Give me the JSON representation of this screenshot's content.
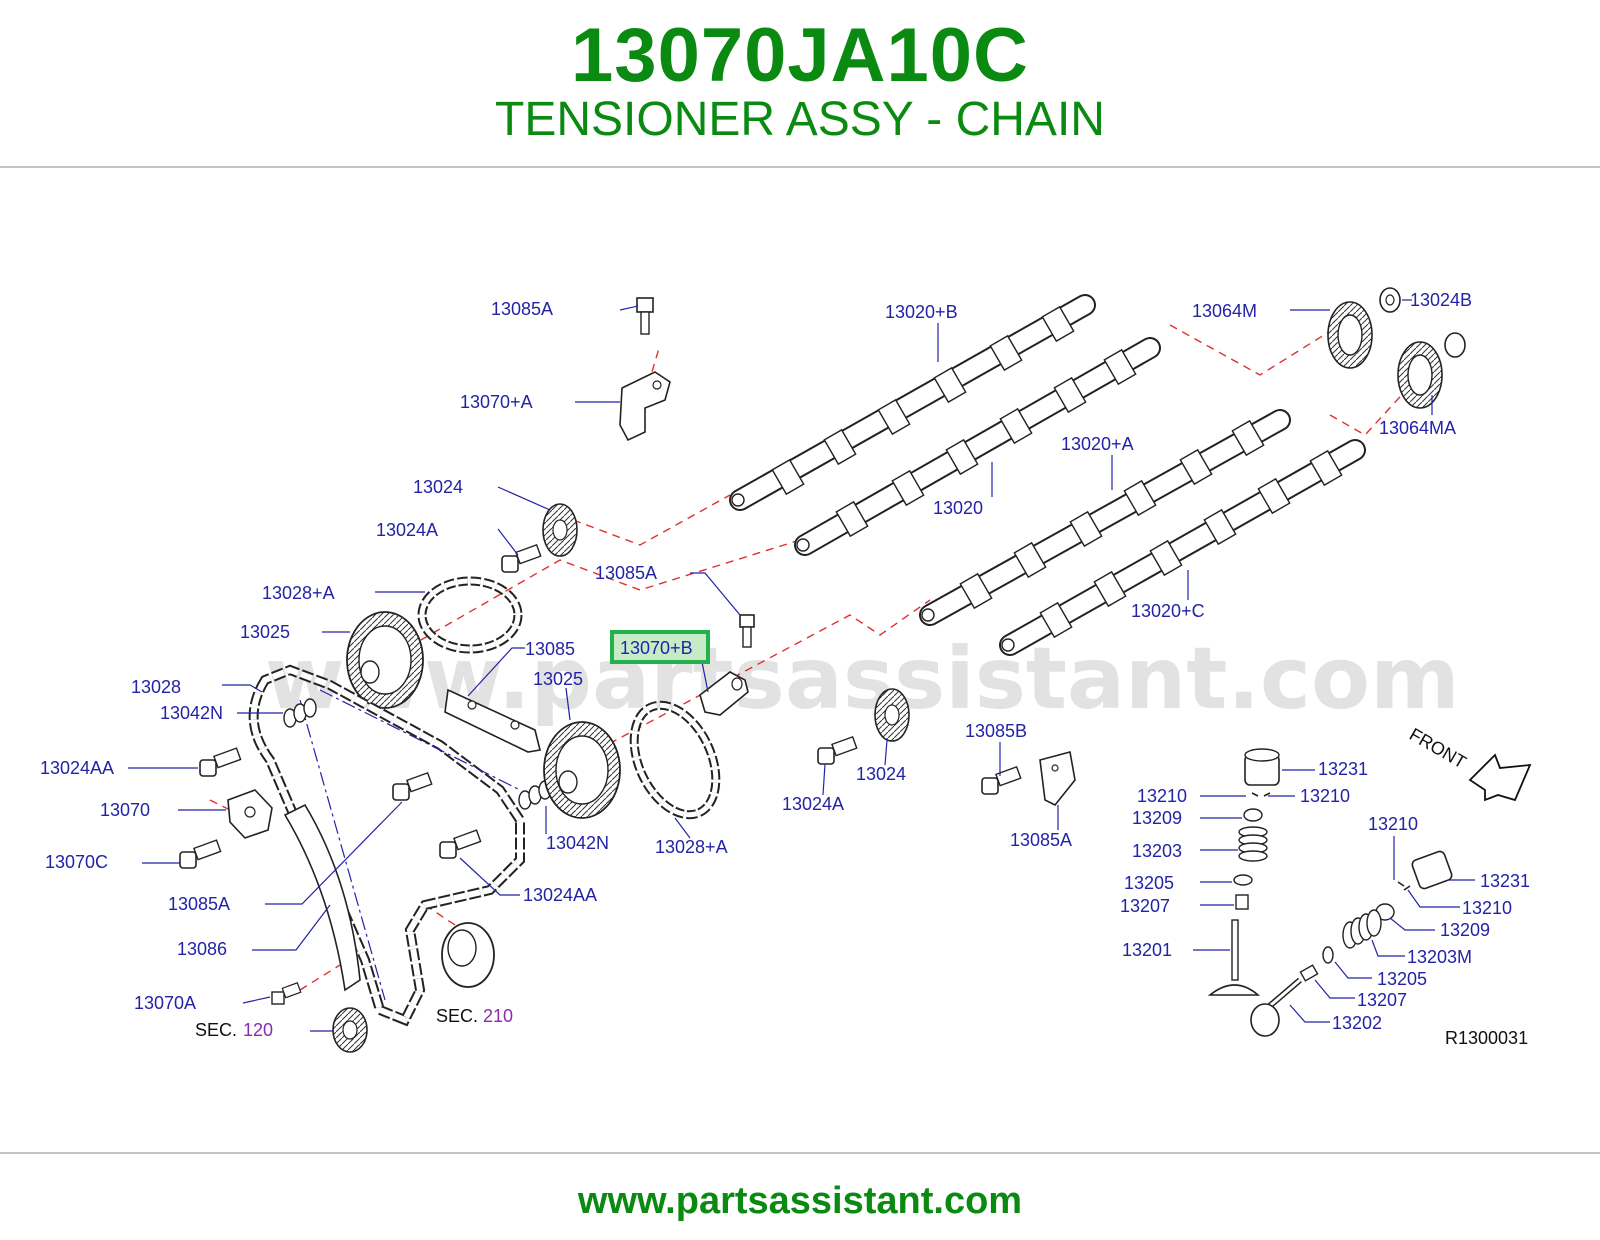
{
  "header": {
    "part_number": "13070JA10C",
    "part_name": "TENSIONER ASSY - CHAIN"
  },
  "diagram": {
    "watermark": "www.partsassistant.com",
    "diagram_code": "R1300031",
    "front_label": "FRONT",
    "highlighted_label": "13070+B",
    "highlight_color": "#22b14c",
    "labels": {
      "l13085A_top": "13085A",
      "l13070A_plus": "13070+A",
      "l13020B": "13020+B",
      "l13064M": "13064M",
      "l13024B": "13024B",
      "l13064MA": "13064MA",
      "l13020A_plus": "13020+A",
      "l13020": "13020",
      "l13024_top": "13024",
      "l13024A_top": "13024A",
      "l13085A_mid": "13085A",
      "l13028A_top": "13028+A",
      "l13025_left": "13025",
      "l13085": "13085",
      "l13025_mid": "13025",
      "l13020C": "13020+C",
      "l13028": "13028",
      "l13042N_left": "13042N",
      "l13024AA_left": "13024AA",
      "l13070": "13070",
      "l13070C": "13070C",
      "l13085A_low": "13085A",
      "l13086": "13086",
      "l13070A": "13070A",
      "sec120_prefix": "SEC.",
      "sec120_num": "120",
      "sec210_prefix": "SEC.",
      "sec210_num": "210",
      "l13042N_mid": "13042N",
      "l13024AA_mid": "13024AA",
      "l13028A_low": "13028+A",
      "l13024A_low": "13024A",
      "l13024_low": "13024",
      "l13085B": "13085B",
      "l13085A_right": "13085A",
      "v13231_a": "13231",
      "v13210_a": "13210",
      "v13210_b": "13210",
      "v13209_a": "13209",
      "v13203": "13203",
      "v13205_a": "13205",
      "v13207_a": "13207",
      "v13201": "13201",
      "v13210_c": "13210",
      "v13231_b": "13231",
      "v13210_d": "13210",
      "v13209_b": "13209",
      "v13203M": "13203M",
      "v13205_b": "13205",
      "v13207_b": "13207",
      "v13202": "13202"
    }
  },
  "footer": {
    "url": "www.partsassistant.com"
  }
}
